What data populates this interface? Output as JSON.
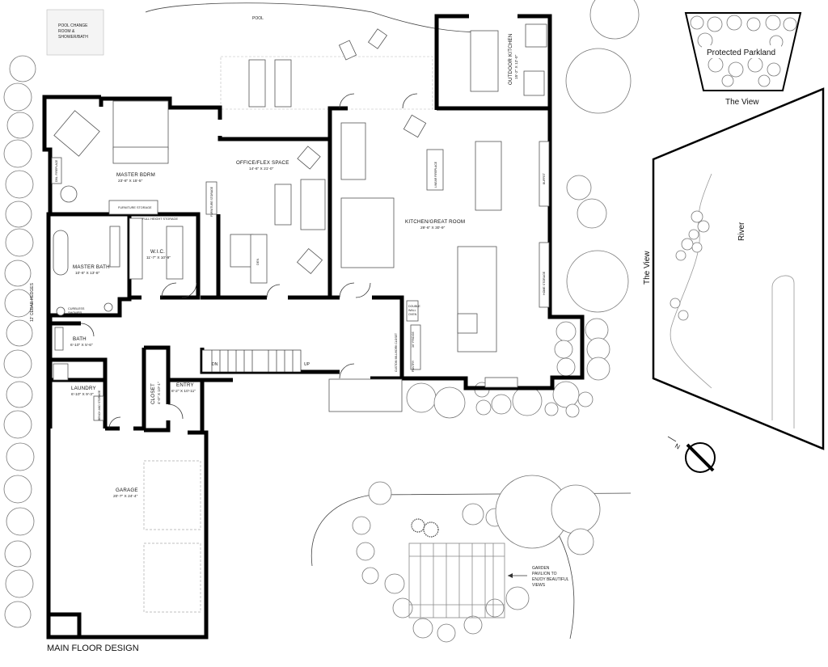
{
  "site_labels": {
    "pool": "POOL",
    "pool_change_1": "POOL CHANGE",
    "pool_change_2": "ROOM &",
    "pool_change_3": "SHOWER/BATH",
    "hedges": "12' CEDAR HEDGES",
    "title": "MAIN FLOOR DESIGN",
    "pavilion_1": "GARDEN",
    "pavilion_2": "PAVILION TO",
    "pavilion_3": "ENJOY BEAUTIFUL",
    "pavilion_4": "VIEWS"
  },
  "rooms": {
    "master_bdrm": {
      "name": "MASTER BDRM",
      "dim": "23'-8\" X 15'-5\""
    },
    "office": {
      "name": "OFFICE/FLEX SPACE",
      "dim": "14'-6\" X 21'-0\""
    },
    "kitchen": {
      "name": "KITCHEN/GREAT ROOM",
      "dim": "29'-6\" X 30'-9\""
    },
    "outdoor_kitchen": {
      "name": "OUTDOOR KITCHEN",
      "dim": "15'-2\" X 12'-0\""
    },
    "master_bath": {
      "name": "MASTER BATH",
      "dim": "10'-6\" X 13'-8\""
    },
    "wic": {
      "name": "W.I.C.",
      "dim": "11'-7\" X 10'-9\""
    },
    "bath": {
      "name": "BATH",
      "dim": "6'-10\" X 5'-6\""
    },
    "laundry": {
      "name": "LAUNDRY",
      "dim": "6'-10\" X 9'-3\""
    },
    "closet": {
      "name": "CLOSET",
      "dim": "4'-0\" X 10'-1\""
    },
    "entry": {
      "name": "ENTRY",
      "dim": "8'-2\" X 10'-11\""
    },
    "garage": {
      "name": "GARAGE",
      "dim": "20'-7\" X 24'-4\""
    }
  },
  "small_labels": {
    "furniture_storage": "FURNITURE STORAGE",
    "full_height_storage": "FULL HEIGHT STORAGE",
    "furniture_storage_v": "FURNITURE STORAGE",
    "den": "DEN",
    "curbless_shower_1": "CURBLESS",
    "curbless_shower_2": "SHOWER",
    "double_wall_oven_1": "DOUBLE",
    "double_wall_oven_2": "WALL",
    "double_wall_oven_3": "OVEN",
    "fridge": "36\" FRIDGE",
    "pantry": "PANTRY",
    "custom_millwork_closet": "CUSTOM MILLWORK CLOSET",
    "buffet": "BUFFET",
    "home_storage": "HOME STORAGE",
    "dn": "DN",
    "up": "UP",
    "bench_storage": "BENCH AND STORAGE",
    "fireplace": "DBL. FIREPLACE",
    "linear_fireplace": "LINEAR FIREPLACE"
  },
  "view_panel": {
    "parkland": "Protected Parkland",
    "the_view_top": "The View",
    "the_view_side": "The View",
    "river": "River",
    "compass_letter": "N"
  }
}
